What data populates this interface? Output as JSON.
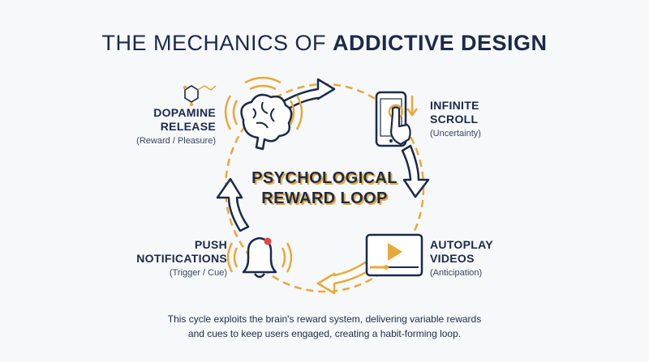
{
  "title": {
    "prefix": "THE MECHANICS OF",
    "emphasis": "ADDICTIVE DESIGN"
  },
  "center": {
    "line1": "PSYCHOLOGICAL",
    "line2": "REWARD LOOP"
  },
  "nodes": {
    "dopamine": {
      "line1": "DOPAMINE",
      "line2": "RELEASE",
      "sub": "(Reward / Pleasure)"
    },
    "scroll": {
      "line1": "INFINITE",
      "line2": "SCROLL",
      "sub": "(Uncertainty)"
    },
    "autoplay": {
      "line1": "AUTOPLAY",
      "line2": "VIDEOS",
      "sub": "(Anticipation)"
    },
    "push": {
      "line1": "PUSH",
      "line2": "NOTIFICATIONS",
      "sub": "(Trigger / Cue)"
    }
  },
  "footer": {
    "line1": "This cycle exploits the brain's reward system, delivering variable rewards",
    "line2": "and cues to keep users engaged, creating a habit-forming loop."
  },
  "colors": {
    "navy": "#1b2a4a",
    "gold": "#e7a93a",
    "red": "#e04848"
  }
}
